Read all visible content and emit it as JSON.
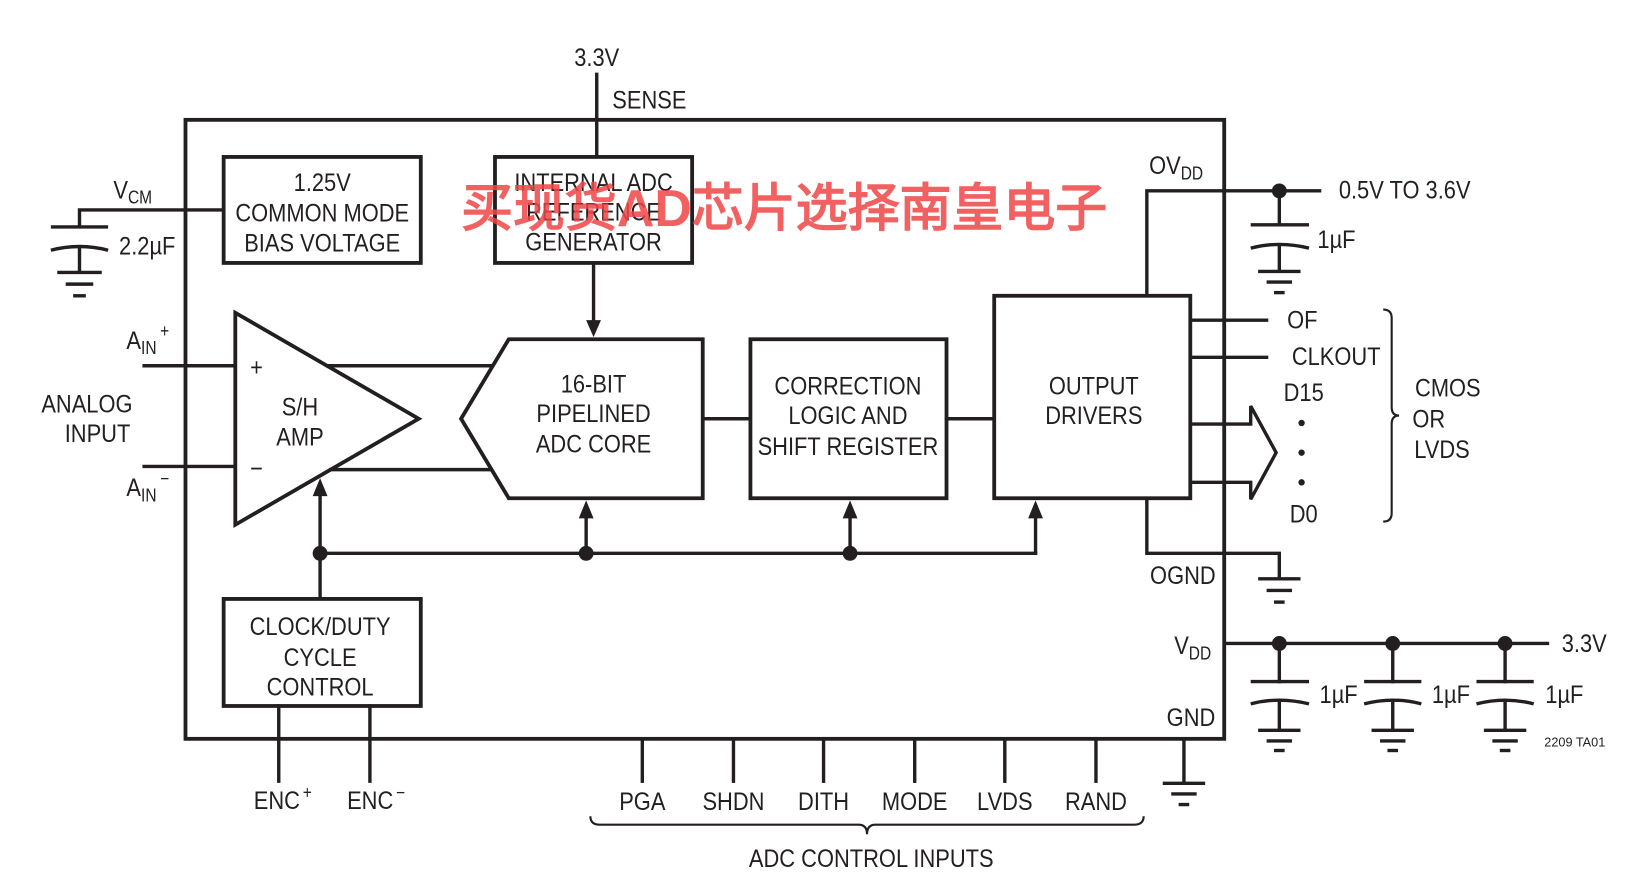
{
  "watermark": "买现货AD芯片选择南皇电子",
  "blocks": {
    "bias": [
      "1.25V",
      "COMMON MODE",
      "BIAS VOLTAGE"
    ],
    "reference": [
      "INTERNAL ADC",
      "REFERENCE",
      "GENERATOR"
    ],
    "sh_amp": [
      "S/H",
      "AMP"
    ],
    "adc_core": [
      "16-BIT",
      "PIPELINED",
      "ADC CORE"
    ],
    "correction": [
      "CORRECTION",
      "LOGIC AND",
      "SHIFT REGISTER"
    ],
    "output_drivers": [
      "OUTPUT",
      "DRIVERS"
    ],
    "clock": [
      "CLOCK/DUTY",
      "CYCLE",
      "CONTROL"
    ]
  },
  "amp_signs": {
    "plus": "+",
    "minus": "−"
  },
  "labels": {
    "sense_supply": "3.3V",
    "sense": "SENSE",
    "vcm": {
      "main": "V",
      "sub": "CM"
    },
    "vcm_cap": "2.2µF",
    "ain_plus": {
      "main": "A",
      "sub": "IN",
      "sup": "+"
    },
    "ain_minus": {
      "main": "A",
      "sub": "IN",
      "sup": "−"
    },
    "analog_input": [
      "ANALOG",
      "INPUT"
    ],
    "ovdd": {
      "main": "OV",
      "sub": "DD"
    },
    "ovdd_range": "0.5V TO 3.6V",
    "ovdd_cap": "1µF",
    "of": "OF",
    "clkout": "CLKOUT",
    "d15": "D15",
    "d0": "D0",
    "output_mode": [
      "CMOS",
      "OR",
      "LVDS"
    ],
    "ognd": "OGND",
    "vdd": {
      "main": "V",
      "sub": "DD"
    },
    "vdd_supply": "3.3V",
    "vdd_caps": [
      "1µF",
      "1µF",
      "1µF"
    ],
    "gnd": "GND",
    "enc_plus": {
      "main": "ENC",
      "sup": "+"
    },
    "enc_minus": {
      "main": "ENC",
      "sup": "−"
    },
    "control_inputs": [
      "PGA",
      "SHDN",
      "DITH",
      "MODE",
      "LVDS",
      "RAND"
    ],
    "control_inputs_title": "ADC CONTROL INPUTS",
    "figure_id": "2209 TA01"
  }
}
